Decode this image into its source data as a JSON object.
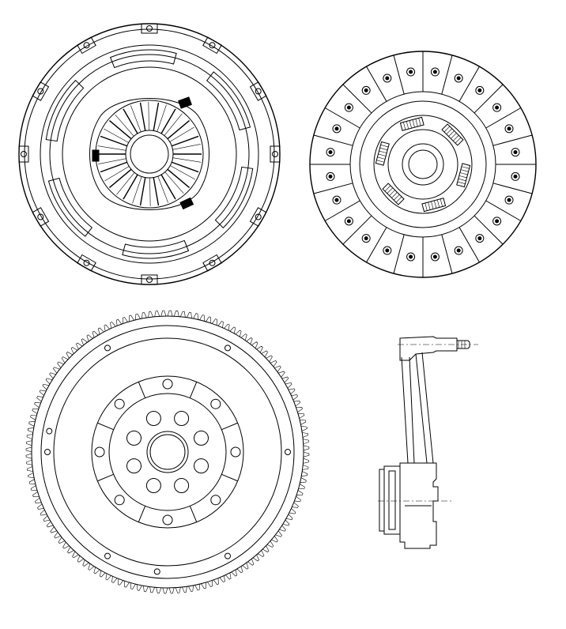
{
  "drawing": {
    "components": [
      {
        "key": "pressure_plate",
        "label": ""
      },
      {
        "key": "clutch_disc",
        "label": ""
      },
      {
        "key": "flywheel",
        "label": ""
      },
      {
        "key": "release_bearing",
        "label": ""
      }
    ],
    "counts": {
      "pressure_plate_strap_bolts": 12,
      "diaphragm_fingers": 18,
      "disc_friction_segments": 24,
      "disc_damper_springs": 6,
      "flywheel_ring_teeth": 132,
      "flywheel_bolt_holes": 8,
      "flywheel_segments": 8
    },
    "line_color": "#000000",
    "background": "#ffffff"
  }
}
